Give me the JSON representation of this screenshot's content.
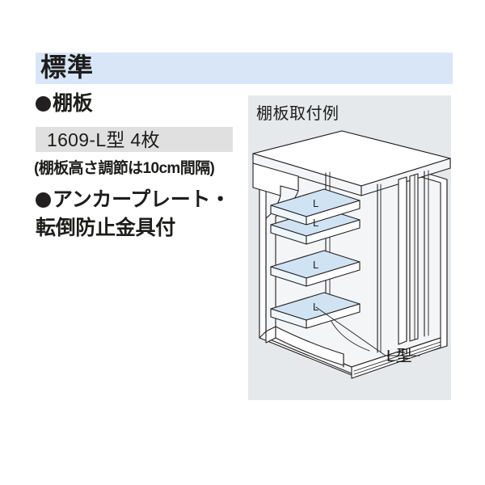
{
  "header": {
    "title": "標準",
    "band_color": "#d8e6f8"
  },
  "left": {
    "shelf_heading": "棚板",
    "shelf_spec": "1609-L型 4枚",
    "shelf_spec_band_color": "#e0e0e0",
    "shelf_note": "(棚板高さ調節は10cm間隔)",
    "anchor_heading": "アンカープレート・",
    "anchor_heading_line2": "転倒防止金具付"
  },
  "right": {
    "panel_title": "棚板取付例",
    "panel_bg_color": "#e6e9ec",
    "callout_label": "L型",
    "shelf_labels": [
      "L",
      "L",
      "L",
      "L"
    ],
    "shelf_fill_color": "#cfe3f3",
    "shelf_count": 4,
    "line_color": "#231f20"
  }
}
